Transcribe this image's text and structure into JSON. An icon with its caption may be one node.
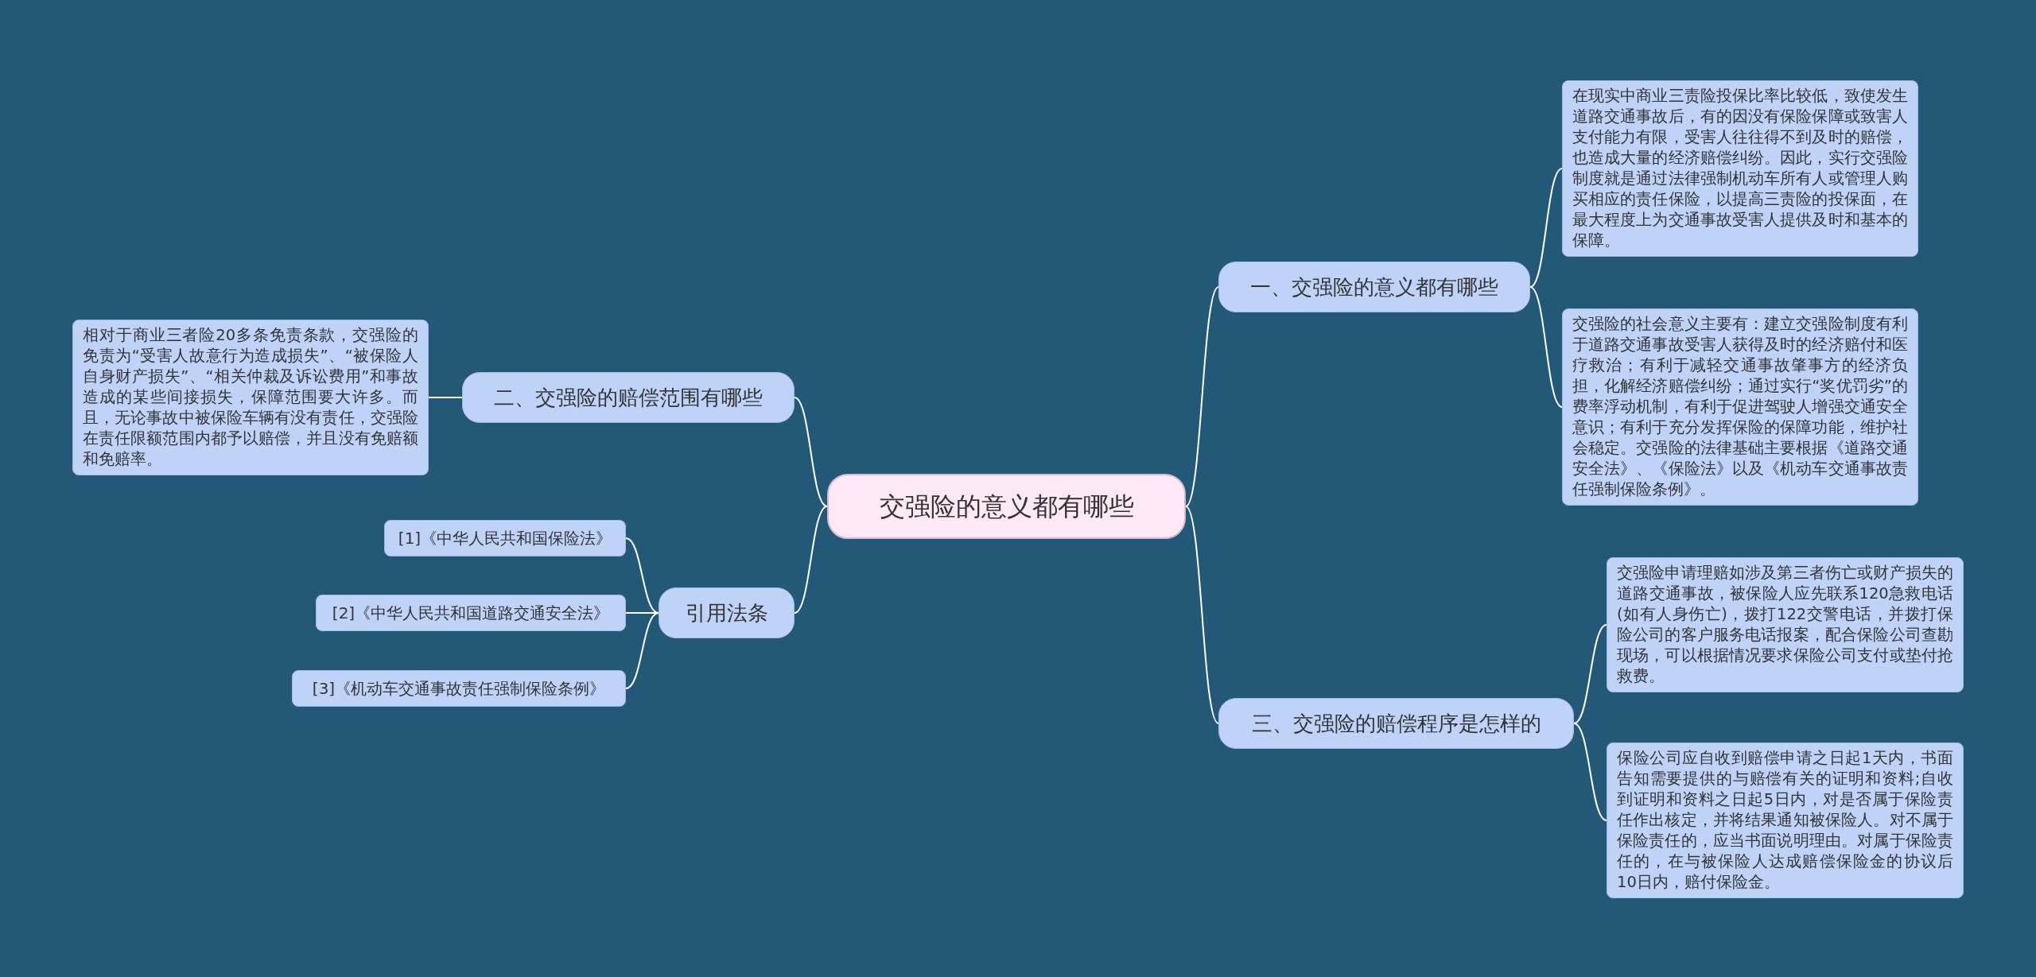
{
  "diagram": {
    "nodes": [
      {
        "text": [
          "交强险的意义都有哪些"
        ]
      },
      {
        "text": [
          "一、交强险的意义都有哪些"
        ]
      },
      {
        "text": [
          "在现实中商业三责险投保比率比较低，致使发生道路交通事故后，有的因没有保险保障或致害人支付能力有限，受害人往往得不到及时的赔偿，也造成大量的经济赔偿纠纷。因此，实行交强险制度就是通过法律强制机动车所有人或管理人购买相应的责任保险，以提高三责险的投保面，在最大程度上为交通事故受害人提供及时和基本的保障。"
        ]
      },
      {
        "text": [
          "交强险的社会意义主要有：建立交强险制度有利于道路交通事故受害人获得及时的经济赔付和医疗救治；有利于减轻交通事故肇事方的经济负担，化解经济赔偿纠纷；通过实行“奖优罚劣”的费率浮动机制，有利于促进驾驶人增强交通安全意识；有利于充分发挥保险的保障功能，维护社会稳定。交强险的法律基础主要根据《道路交通安全法》、《保险法》以及《机动车交通事故责任强制保险条例》。"
        ]
      },
      {
        "text": [
          "二、交强险的赔偿范围有哪些"
        ]
      },
      {
        "text": [
          "相对于商业三者险20多条免责条款，交强险的免责为“受害人故意行为造成损失”、“被保险人自身财产损失”、“相关仲裁及诉讼费用”和事故造成的某些间接损失，保障范围要大许多。而且，无论事故中被保险车辆有没有责任，交强险在责任限额范围内都予以赔偿，并且没有免赔额和免赔率。"
        ]
      },
      {
        "text": [
          "引用法条"
        ]
      },
      {
        "text": [
          "[1]《中华人民共和国保险法》"
        ]
      },
      {
        "text": [
          "[2]《中华人民共和国道路交通安全法》"
        ]
      },
      {
        "text": [
          "[3]《机动车交通事故责任强制保险条例》"
        ]
      },
      {
        "text": [
          "三、交强险的赔偿程序是怎样的"
        ]
      },
      {
        "text": [
          "交强险申请理赔如涉及第三者伤亡或财产损失的道路交通事故，被保险人应先联系120急救电话(如有人身伤亡)，拨打122交警电话，并拨打保险公司的客户服务电话报案，配合保险公司查勘现场，可以根据情况要求保险公司支付或垫付抢救费。"
        ]
      },
      {
        "text": [
          "保险公司应自收到赔偿申请之日起1天内，书面告知需要提供的与赔偿有关的证明和资料;自收到证明和资料之日起5日内，对是否属于保险责任作出核定，并将结果通知被保险人。对不属于保险责任的，应当书面说明理由。对属于保险责任的，在与被保险人达成赔偿保险金的协议后10日内，赔付保险金。"
        ]
      }
    ],
    "edges": [
      {
        "from": 0,
        "to": 1,
        "arrow": "none"
      },
      {
        "from": 0,
        "to": 4,
        "arrow": "none"
      },
      {
        "from": 0,
        "to": 6,
        "arrow": "none"
      },
      {
        "from": 0,
        "to": 10,
        "arrow": "none"
      },
      {
        "from": 1,
        "to": 2,
        "arrow": "none"
      },
      {
        "from": 1,
        "to": 3,
        "arrow": "none"
      },
      {
        "from": 4,
        "to": 5,
        "arrow": "none"
      },
      {
        "from": 6,
        "to": 7,
        "arrow": "none"
      },
      {
        "from": 6,
        "to": 8,
        "arrow": "none"
      },
      {
        "from": 6,
        "to": 9,
        "arrow": "none"
      },
      {
        "from": 10,
        "to": 11,
        "arrow": "none"
      },
      {
        "from": 10,
        "to": 12,
        "arrow": "none"
      }
    ]
  }
}
